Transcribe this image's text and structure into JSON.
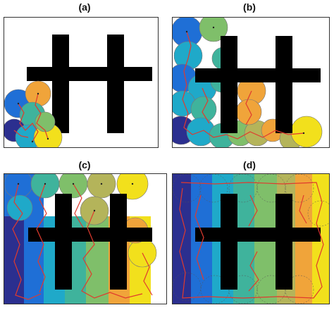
{
  "figure": {
    "panels": [
      {
        "label": "(a)"
      },
      {
        "label": "(b)"
      },
      {
        "label": "(c)"
      },
      {
        "label": "(d)"
      }
    ],
    "colors": {
      "obstacle": "#000000",
      "path": "#e03a2e",
      "cell_dark_blue": "#2b2f8f",
      "cell_blue": "#1f6fd6",
      "cell_cyan": "#1fa9c9",
      "cell_teal": "#3fb39c",
      "cell_green": "#7fbf6a",
      "cell_olive": "#b4b45a",
      "cell_orange": "#f0a43a",
      "cell_yellow": "#f2e01c"
    },
    "obstacle_shape": "double-cross (hash) shape"
  }
}
